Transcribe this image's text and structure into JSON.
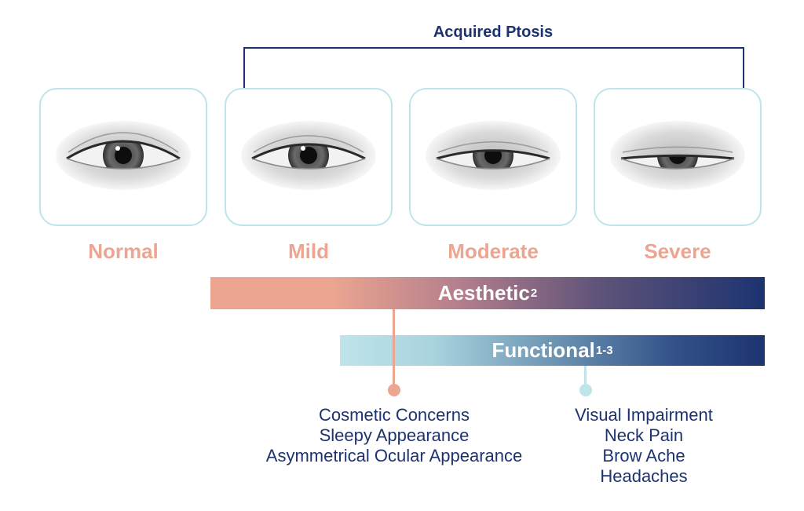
{
  "header": {
    "bracket_label": "Acquired Ptosis"
  },
  "stages": [
    {
      "label": "Normal",
      "droop": 0
    },
    {
      "label": "Mild",
      "droop": 0.15
    },
    {
      "label": "Moderate",
      "droop": 0.45
    },
    {
      "label": "Severe",
      "droop": 0.7
    }
  ],
  "bars": {
    "aesthetic": {
      "label": "Aesthetic",
      "sup": "2"
    },
    "functional": {
      "label": "Functional",
      "sup": "1-3"
    }
  },
  "lists": {
    "aesthetic": [
      "Cosmetic Concerns",
      "Sleepy Appearance",
      "Asymmetrical Ocular Appearance"
    ],
    "functional": [
      "Visual Impairment",
      "Neck Pain",
      "Brow Ache",
      "Headaches"
    ]
  },
  "colors": {
    "navy": "#1c3370",
    "salmon": "#eca591",
    "light_blue": "#bfe4ea"
  }
}
